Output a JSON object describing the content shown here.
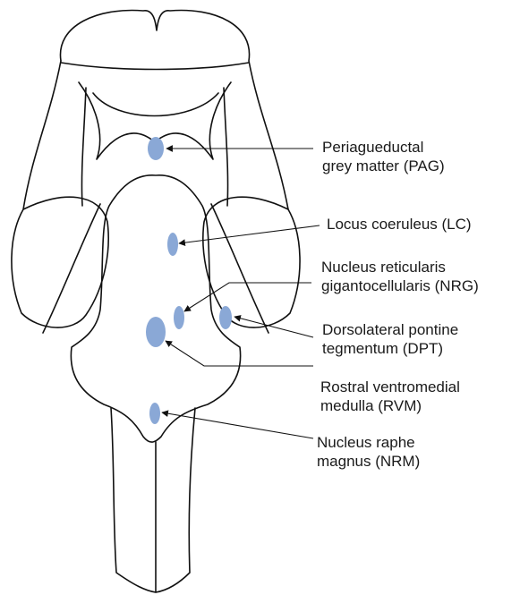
{
  "nucleus_color": "#8aa8d6",
  "labels": {
    "pag": {
      "line1": "Periagueductal",
      "line2": "grey matter (PAG)"
    },
    "lc": {
      "line1": "Locus coeruleus (LC)"
    },
    "nrg": {
      "line1": "Nucleus reticularis",
      "line2": "gigantocellularis (NRG)"
    },
    "dpt": {
      "line1": "Dorsolateral pontine",
      "line2": "tegmentum (DPT)"
    },
    "rvm": {
      "line1": "Rostral ventromedial",
      "line2": "medulla (RVM)"
    },
    "nrm": {
      "line1": "Nucleus raphe",
      "line2": "magnus (NRM)"
    }
  }
}
